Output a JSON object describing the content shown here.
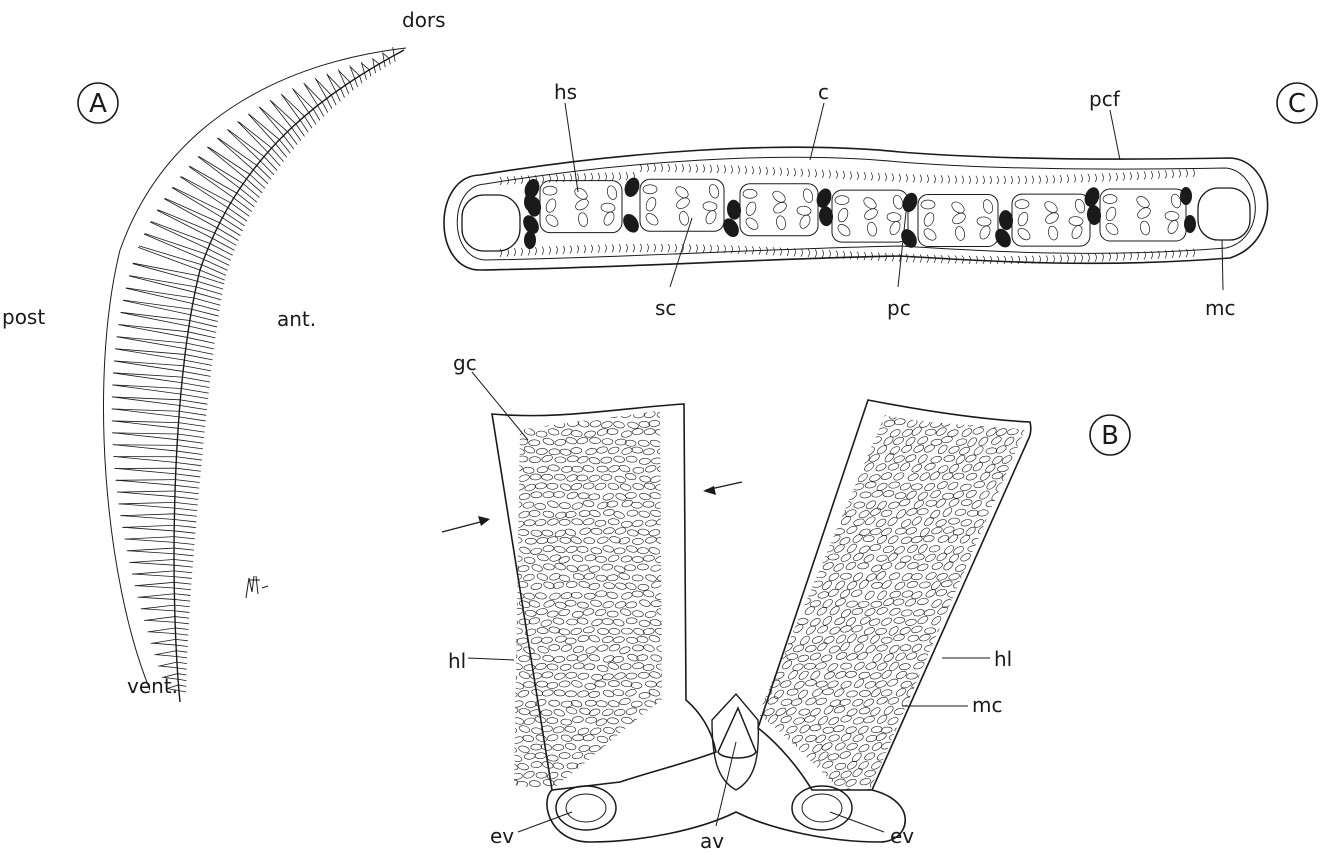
{
  "panel_a": {
    "letter": "A",
    "orientation_labels": {
      "dorsal": "dors",
      "posterior": "post",
      "anterior": "ant.",
      "ventral": "vent."
    }
  },
  "panel_b": {
    "letter": "B",
    "labels": {
      "gc": "gc",
      "hl_left": "hl",
      "hl_right": "hl",
      "mc": "mc",
      "ev_left": "ev",
      "av": "av",
      "ev_right": "ev"
    }
  },
  "panel_c": {
    "letter": "C",
    "labels": {
      "hs": "hs",
      "c": "c",
      "pcf": "pcf",
      "sc": "sc",
      "pc": "pc",
      "mc": "mc"
    }
  },
  "colors": {
    "ink": "#1a1a1a",
    "background": "#ffffff"
  }
}
